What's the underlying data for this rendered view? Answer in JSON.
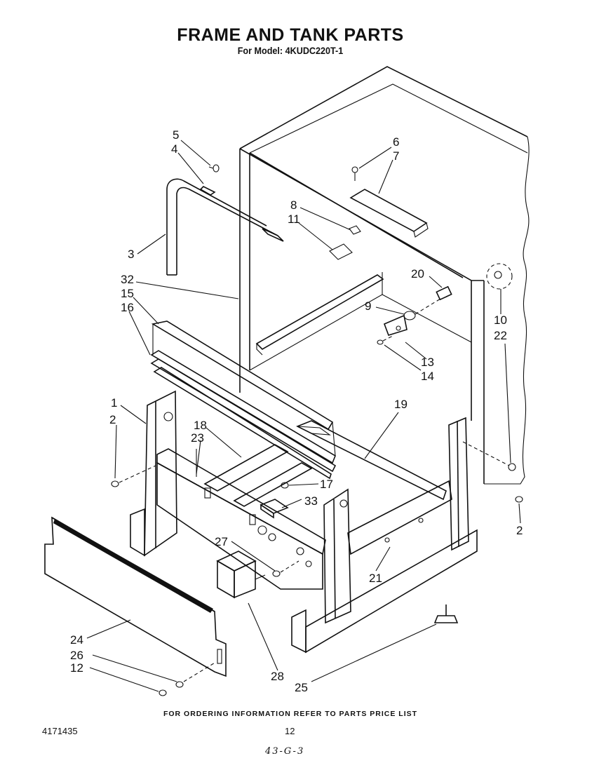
{
  "header": {
    "title": "FRAME AND TANK PARTS",
    "subtitle": "For Model: 4KUDC220T-1"
  },
  "footer": {
    "note": "FOR ORDERING INFORMATION REFER TO PARTS PRICE LIST",
    "doc_number": "4171435",
    "page_number": "12",
    "handwritten_code": "43-G-3"
  },
  "callouts": {
    "c1": "1",
    "c2a": "2",
    "c2b": "2",
    "c3": "3",
    "c4": "4",
    "c5": "5",
    "c6": "6",
    "c7": "7",
    "c8": "8",
    "c9": "9",
    "c10": "10",
    "c11": "11",
    "c12": "12",
    "c13": "13",
    "c14": "14",
    "c15": "15",
    "c16": "16",
    "c17": "17",
    "c18": "18",
    "c19": "19",
    "c20": "20",
    "c21": "21",
    "c22": "22",
    "c23": "23",
    "c24": "24",
    "c25": "25",
    "c26": "26",
    "c27": "27",
    "c28": "28",
    "c32": "32",
    "c33": "33"
  }
}
